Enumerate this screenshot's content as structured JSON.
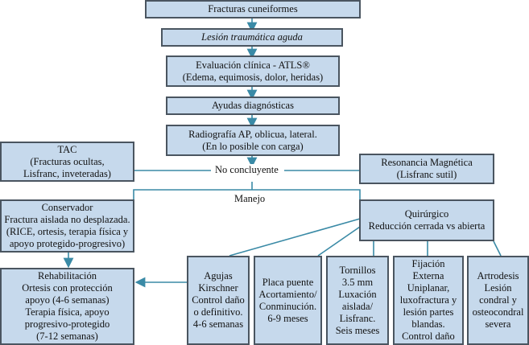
{
  "diagram": {
    "colors": {
      "box_fill": "#c6d9ec",
      "box_border": "#4a5560",
      "connector": "#3a8aa6"
    },
    "nodes": {
      "fracturas": "Fracturas cuneiformes",
      "lesion": "Lesión traumática aguda",
      "evaluacion": "Evaluación clínica - ATLS®\n(Edema, equimosis, dolor, heridas)",
      "ayudas": "Ayudas diagnósticas",
      "radiografia": "Radiografía AP, oblicua, lateral.\n(En lo posible con carga)",
      "tac": "TAC\n(Fracturas ocultas,\nLisfranc, inveteradas)",
      "resonancia": "Resonancia Magnética\n(Lisfranc sutil)",
      "conservador": "Conservador\nFractura aislada no desplazada.\n(RICE, ortesis, terapia física y\napoyo protegido-progresivo)",
      "quirurgico": "Quirúrgico\nReducción cerrada vs abierta",
      "rehabilitacion": "Rehabilitación\nOrtesis con protección\napoyo (4-6 semanas)\nTerapia física, apoyo\nprogresivo-protegido\n(7-12 semanas)",
      "agujas": "Agujas\nKirschner\nControl daño\no definitivo.\n4-6 semanas",
      "placa": "Placa puente\nAcortamiento/\nConminución.\n6-9 meses",
      "tornillos": "Tornillos\n3.5 mm\nLuxación\naislada/\nLisfranc.\nSeis meses",
      "fijacion": "Fijación\nExterna\nUniplanar,\nluxofractura y\nlesión partes\nblandas.\nControl daño",
      "artrodesis": "Artrodesis\nLesión\ncondral y\nosteocondral\nsevera"
    },
    "labels": {
      "no_concluyente": "No concluyente",
      "manejo": "Manejo"
    }
  }
}
